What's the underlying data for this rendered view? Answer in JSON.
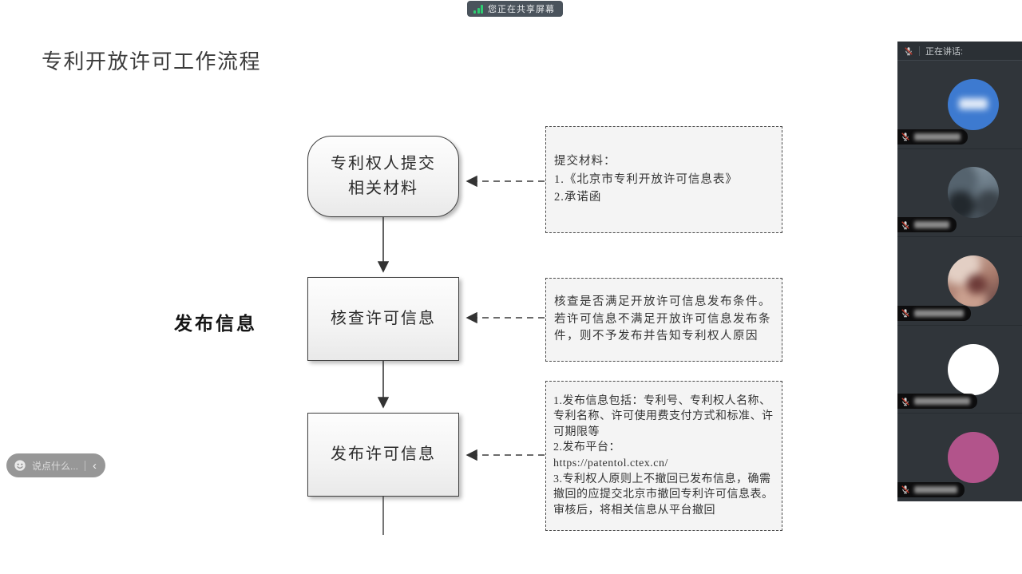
{
  "share_banner": {
    "label": "您正在共享屏幕"
  },
  "slide": {
    "title": "专利开放许可工作流程",
    "stage_label": "发布信息",
    "nodes": [
      {
        "label": "专利权人提交\n相关材料"
      },
      {
        "label": "核查许可信息"
      },
      {
        "label": "发布许可信息"
      }
    ],
    "notes": [
      {
        "text": "提交材料：\n1.《北京市专利开放许可信息表》\n2.承诺函"
      },
      {
        "text": "核查是否满足开放许可信息发布条件。若许可信息不满足开放许可信息发布条件，则不予发布并告知专利权人原因"
      },
      {
        "text": "1.发布信息包括：专利号、专利权人名称、专利名称、许可使用费支付方式和标准、许可期限等\n2.发布平台：\nhttps://patentol.ctex.cn/\n3.专利权人原则上不撤回已发布信息，确需撤回的应提交北京市撤回专利许可信息表。审核后，将相关信息从平台撤回"
      }
    ]
  },
  "chat_bar": {
    "placeholder": "说点什么...",
    "collapse_icon": "‹"
  },
  "sidebar": {
    "header_label": "正在讲话:",
    "participants": [
      {
        "avatar": "initials-blue",
        "avatar_color": "#3d7ad0",
        "muted": true,
        "name_redacted": true
      },
      {
        "avatar": "photo-street",
        "avatar_color": "#73828e",
        "muted": true,
        "name_redacted": true
      },
      {
        "avatar": "photo-portrait",
        "avatar_color": "#b98a7d",
        "muted": true,
        "name_redacted": true
      },
      {
        "avatar": "solid-white",
        "avatar_color": "#ffffff",
        "muted": true,
        "name_redacted": true
      },
      {
        "avatar": "solid-pink",
        "avatar_color": "#b2548b",
        "muted": true,
        "name_redacted": true
      }
    ]
  },
  "colors": {
    "accent_green": "#2ecc71",
    "badge_bg": "#4a535c",
    "mic_slash_red": "#c0392b",
    "sidebar_bg": "#30353a",
    "flow_border": "#3f3f3f"
  }
}
